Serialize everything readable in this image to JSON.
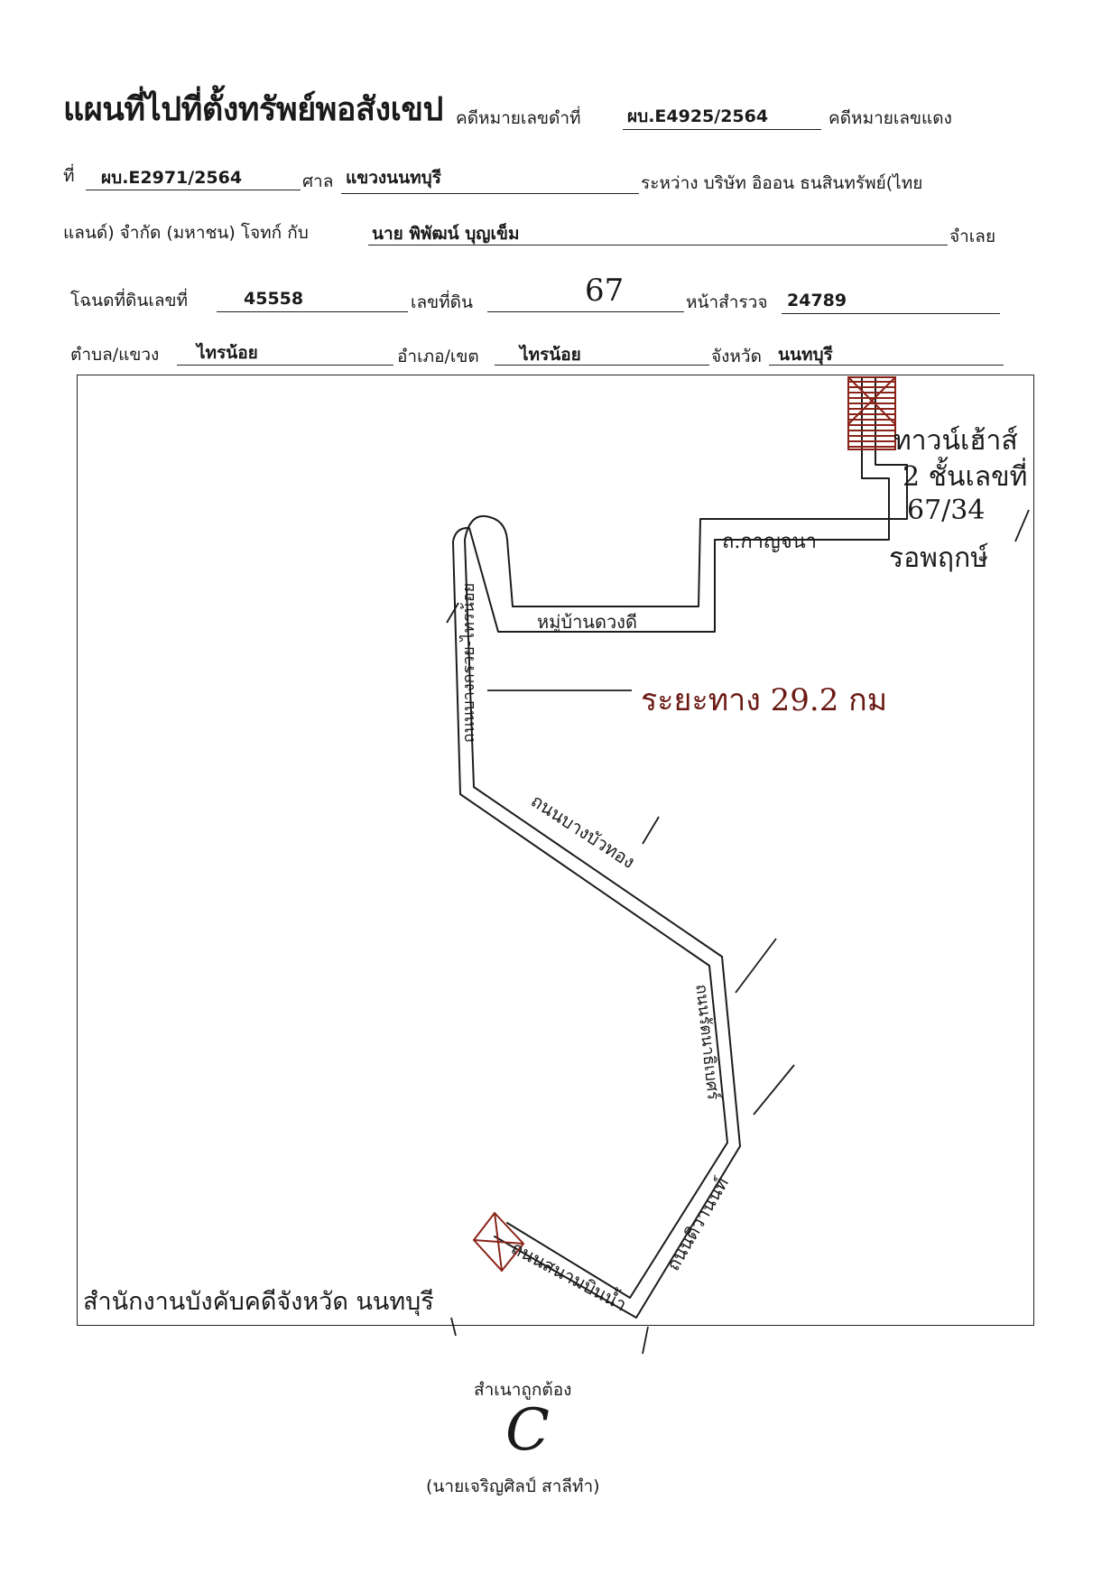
{
  "header": {
    "title": "แผนที่ไปที่ตั้งทรัพย์พอสังเขป",
    "black_case_label": "คดีหมายเลขดำที่",
    "black_case_no": "ผบ.E4925/2564",
    "red_case_label": "คดีหมายเลขแดง"
  },
  "line2": {
    "prefix": "ที่",
    "red_case_no": "ผบ.E2971/2564",
    "court_label": "ศาล",
    "court": "แขวงนนทบุรี",
    "between_label": "ระหว่าง บริษัท อิออน ธนสินทรัพย์(ไทย"
  },
  "line3": {
    "plaintiff_cont": "แลนด์) จำกัด (มหาชน) โจทก์ กับ",
    "defendant": "นาย พิพัฒน์ บุญเข็ม",
    "defendant_suffix": "จำเลย"
  },
  "line4": {
    "deed_label": "โฉนดที่ดินเลขที่",
    "deed_no": "45558",
    "land_no_label": "เลขที่ดิน",
    "land_no": "67",
    "survey_label": "หน้าสำรวจ",
    "survey_no": "24789"
  },
  "line5": {
    "subdistrict_label": "ตำบล/แขวง",
    "subdistrict": "ไทรน้อย",
    "district_label": "อำเภอ/เขต",
    "district": "ไทรน้อย",
    "province_label": "จังหวัด",
    "province": "นนทบุรี"
  },
  "map": {
    "house_note_1": "ทาวน์เฮ้าส์",
    "house_note_2": "2 ชั้นเลขที่",
    "house_note_3": "67/34",
    "house_note_4": "รอพฤกษ์",
    "distance_label": "ระยะทาง 29.2 กม",
    "origin_label": "สำนักงานบังคับคดีจังหวัด นนทบุรี",
    "road_labels": [
      "ถ.กาญจนา",
      "หมู่บ้านดวงดี",
      "ถนนบางกรวย-ไทรน้อย",
      "ถนนบางบัวทอง",
      "ถนนรัตนาธิเบศร์",
      "ถนนติวานนท์",
      "ถนนสนามบินน้ำ"
    ],
    "colors": {
      "ink": "#1c1c1c",
      "red_ink": "#6b1a14",
      "house_hatch": "#8a2318"
    }
  },
  "footer": {
    "certified": "สำเนาถูกต้อง",
    "signature": "C",
    "signer": "(นายเจริญศิลป์ สาลีทำ)"
  }
}
